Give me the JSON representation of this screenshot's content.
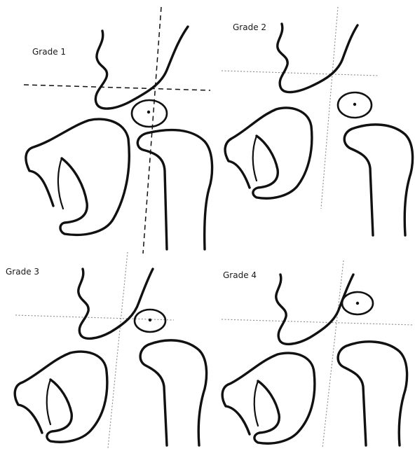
{
  "panels": [
    {
      "label": "Grade 1"
    },
    {
      "label": "Grade 2"
    },
    {
      "label": "Grade 3"
    },
    {
      "label": "Grade 4"
    }
  ]
}
